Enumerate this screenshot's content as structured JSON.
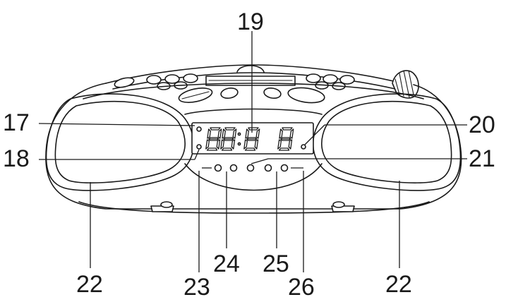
{
  "callouts": {
    "c17": "17",
    "c18": "18",
    "c19": "19",
    "c20": "20",
    "c21": "21",
    "c22_left": "22",
    "c22_right": "22",
    "c23": "23",
    "c24": "24",
    "c25": "25",
    "c26": "26"
  },
  "colors": {
    "line": "#1a1a1a",
    "background": "#ffffff"
  }
}
